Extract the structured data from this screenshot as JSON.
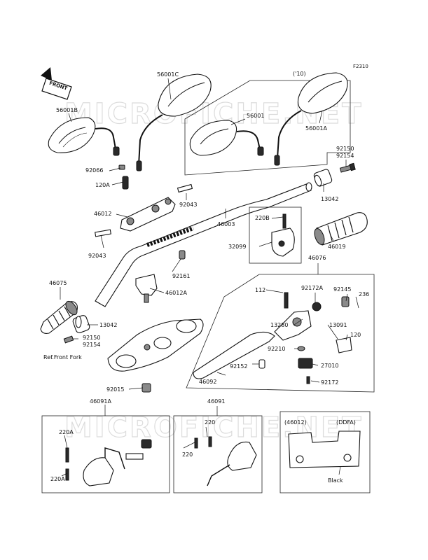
{
  "figure_code": "F2310",
  "front_label": "FRONT",
  "watermark": "MICROFICHE.NET",
  "year_note": "('10)",
  "ref_note": "Ref.Front Fork",
  "color_note": "Black",
  "ddfa_code": "(DDFA)",
  "ref_part_46012": "(46012)",
  "labels": {
    "p56001C": "56001C",
    "p56001B": "56001B",
    "p56001": "56001",
    "p56001A": "56001A",
    "p92150_top": "92150",
    "p92154_top": "92154",
    "p92066": "92066",
    "p120A": "120A",
    "p13042_top": "13042",
    "p92043_top": "92043",
    "p46012": "46012",
    "p46003": "46003",
    "p220B": "220B",
    "p32099": "32099",
    "p46019": "46019",
    "p92043_left": "92043",
    "p92161": "92161",
    "p46076": "46076",
    "p46075": "46075",
    "p46012A": "46012A",
    "p112": "112",
    "p92172A": "92172A",
    "p92145": "92145",
    "p236": "236",
    "p13042_bottom": "13042",
    "p13280": "13280",
    "p13091": "13091",
    "p120": "120",
    "p92150_bottom": "92150",
    "p92154_bottom": "92154",
    "p92210": "92210",
    "p27010": "27010",
    "p92152": "92152",
    "p46092": "46092",
    "p92172": "92172",
    "p92015": "92015",
    "p46091A": "46091A",
    "p46091": "46091",
    "p220A_1": "220A",
    "p220A_2": "220A",
    "p220_1": "220",
    "p220_2": "220"
  }
}
